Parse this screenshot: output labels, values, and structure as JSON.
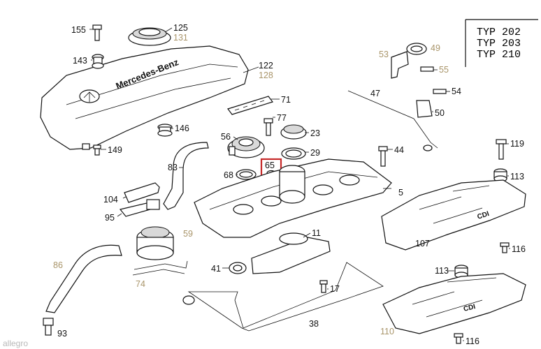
{
  "type_box": {
    "lines": [
      "TYP 202",
      "TYP 203",
      "TYP 210"
    ]
  },
  "cover_text": {
    "brand": "Mercedes-Benz",
    "cdi": "CDI",
    "cdi2": "CDI"
  },
  "highlight": {
    "label": "65",
    "color": "#c62828"
  },
  "colors": {
    "black_label": "#111111",
    "tan_label": "#a9956a"
  },
  "labels": {
    "p155": "155",
    "p125": "125",
    "p131": "131",
    "p143": "143",
    "p122": "122",
    "p128": "128",
    "p71": "71",
    "p146": "146",
    "p149": "149",
    "p77": "77",
    "p56": "56",
    "p23": "23",
    "p29": "29",
    "p83": "83",
    "p68": "68",
    "p65": "65",
    "p104": "104",
    "p95": "95",
    "p59": "59",
    "p86": "86",
    "p74": "74",
    "p41": "41",
    "p11": "11",
    "p17": "17",
    "p38": "38",
    "p93": "93",
    "p5": "5",
    "p53": "53",
    "p49": "49",
    "p55": "55",
    "p47": "47",
    "p54": "54",
    "p50": "50",
    "p44": "44",
    "p119": "119",
    "p113a": "113",
    "p107": "107",
    "p116a": "116",
    "p113b": "113",
    "p110": "110",
    "p116b": "116"
  },
  "watermark": "allegro"
}
